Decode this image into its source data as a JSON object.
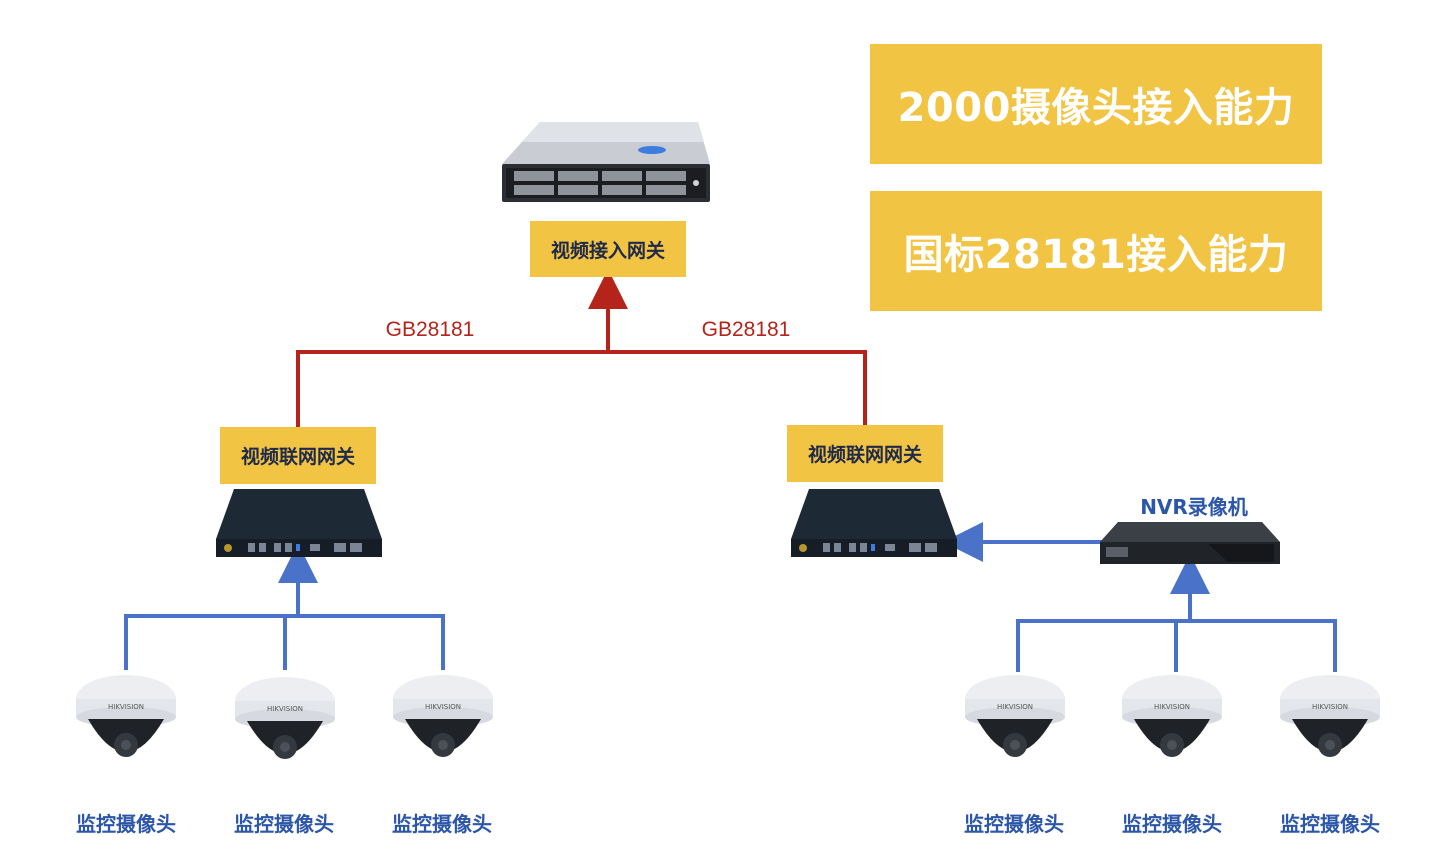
{
  "features": [
    {
      "text": "2000摄像头接入能力"
    },
    {
      "text": "国标28181接入能力"
    }
  ],
  "server": {
    "label": "视频接入网关"
  },
  "protocol_labels": [
    "GB28181",
    "GB28181"
  ],
  "gateways": [
    {
      "label": "视频联网网关"
    },
    {
      "label": "视频联网网关"
    }
  ],
  "nvr": {
    "label": "NVR录像机"
  },
  "cameras": [
    {
      "label": "监控摄像头",
      "brand": "HIKVISION"
    },
    {
      "label": "监控摄像头",
      "brand": "HIKVISION"
    },
    {
      "label": "监控摄像头",
      "brand": "HIKVISION"
    },
    {
      "label": "监控摄像头",
      "brand": "HIKVISION"
    },
    {
      "label": "监控摄像头",
      "brand": "HIKVISION"
    },
    {
      "label": "监控摄像头",
      "brand": "HIKVISION"
    }
  ],
  "colors": {
    "highlight": "#f2c443",
    "uplink": "#b5241b",
    "downlink": "#4a72c8",
    "label_blue": "#2c56a8"
  }
}
